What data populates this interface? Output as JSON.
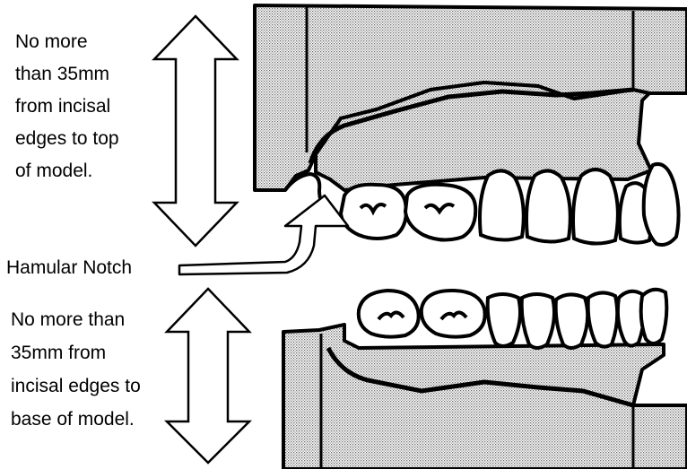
{
  "upper_note": {
    "lines": [
      "No more",
      "than 35mm",
      "from incisal",
      "edges to top",
      "of model."
    ]
  },
  "lower_note": {
    "lines": [
      "No more than",
      "35mm from",
      "incisal edges to",
      "base of model."
    ]
  },
  "landmark_label": "Hamular Notch",
  "colors": {
    "ink": "#000000",
    "stipple": "#d6d6d6",
    "tooth": "#ffffff"
  }
}
